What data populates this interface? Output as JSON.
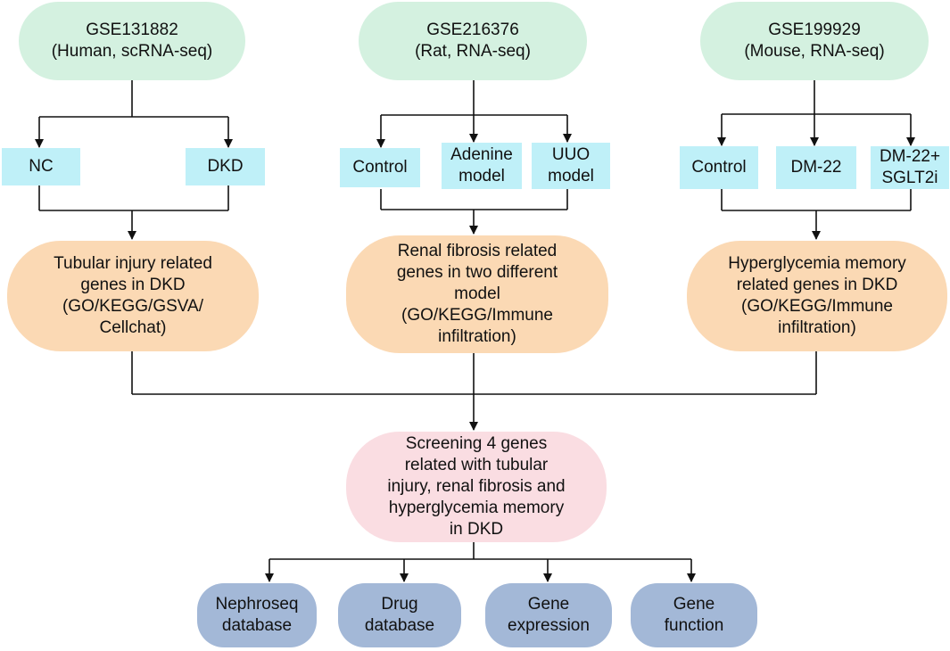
{
  "datasets": [
    {
      "id": "GSE131882",
      "subtitle": "(Human, scRNA-seq)"
    },
    {
      "id": "GSE216376",
      "subtitle": "(Rat, RNA-seq)"
    },
    {
      "id": "GSE199929",
      "subtitle": "(Mouse, RNA-seq)"
    }
  ],
  "groups": {
    "human": [
      {
        "lines": [
          "NC"
        ]
      },
      {
        "lines": [
          "DKD"
        ]
      }
    ],
    "rat": [
      {
        "lines": [
          "Control"
        ]
      },
      {
        "lines": [
          "Adenine",
          "model"
        ]
      },
      {
        "lines": [
          "UUO",
          "model"
        ]
      }
    ],
    "mouse": [
      {
        "lines": [
          "Control"
        ]
      },
      {
        "lines": [
          "DM-22"
        ]
      },
      {
        "lines": [
          "DM-22+",
          "SGLT2i"
        ]
      }
    ]
  },
  "analyses": [
    {
      "lines": [
        "Tubular injury related",
        "genes in DKD",
        "(GO/KEGG/GSVA/",
        "Cellchat)"
      ]
    },
    {
      "lines": [
        "Renal fibrosis related",
        "genes in two different",
        "model",
        "(GO/KEGG/Immune",
        "infiltration)"
      ]
    },
    {
      "lines": [
        "Hyperglycemia memory",
        "related genes in DKD",
        "(GO/KEGG/Immune",
        "infiltration)"
      ]
    }
  ],
  "screening": {
    "lines": [
      "Screening 4 genes",
      "related with tubular",
      "injury, renal fibrosis and",
      "hyperglycemia memory",
      "in DKD"
    ]
  },
  "outputs": [
    {
      "lines": [
        "Nephroseq",
        "database"
      ]
    },
    {
      "lines": [
        "Drug",
        "database"
      ]
    },
    {
      "lines": [
        "Gene",
        "expression"
      ]
    },
    {
      "lines": [
        "Gene",
        "function"
      ]
    }
  ],
  "colors": {
    "dataset": "#d4f1e0",
    "group": "#bff0f8",
    "analysis": "#fbd9b4",
    "screening": "#fadde2",
    "output": "#a3b8d7",
    "connector": "#111111"
  }
}
